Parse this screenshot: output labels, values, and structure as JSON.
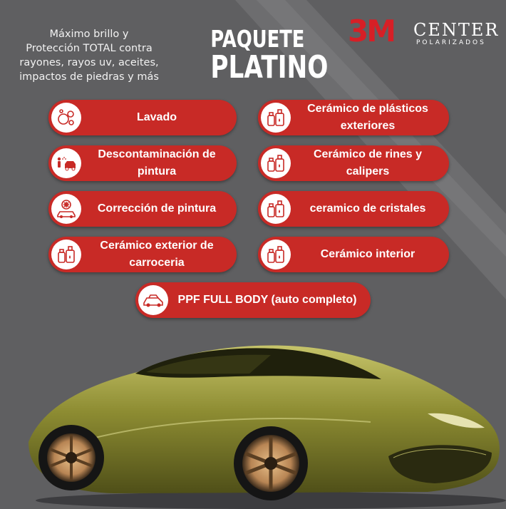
{
  "intro": {
    "line1": "Máximo brillo y",
    "line2": "Protección TOTAL contra",
    "line3": "rayones, rayos uv, aceites,",
    "line4": "impactos de piedras y más"
  },
  "title": {
    "line1": "PAQUETE",
    "line2": "PLATINO"
  },
  "logo": {
    "mark": "3M",
    "word": "CENTER",
    "sub": "POLARIZADOS"
  },
  "services": {
    "left": [
      {
        "label": "Lavado",
        "icon": "bubbles-icon"
      },
      {
        "label": "Descontaminación de pintura",
        "icon": "car-wash-icon"
      },
      {
        "label": "Corrección de pintura",
        "icon": "car-polish-icon"
      },
      {
        "label": "Cerámico exterior de carroceria",
        "icon": "bottles-icon"
      }
    ],
    "right": [
      {
        "label": "Cerámico de plásticos exteriores",
        "icon": "bottles-icon"
      },
      {
        "label": "Cerámico de rines y calipers",
        "icon": "bottles-icon"
      },
      {
        "label": "ceramico de cristales",
        "icon": "bottles-icon"
      },
      {
        "label": "Cerámico interior",
        "icon": "bottles-icon"
      }
    ],
    "bottom": {
      "label": "PPF FULL BODY (auto completo)",
      "icon": "car-icon"
    }
  },
  "colors": {
    "background": "#5f5f61",
    "pill": "#c82a26",
    "brand_red": "#d71f26",
    "car_body": "#8a8a2a"
  }
}
